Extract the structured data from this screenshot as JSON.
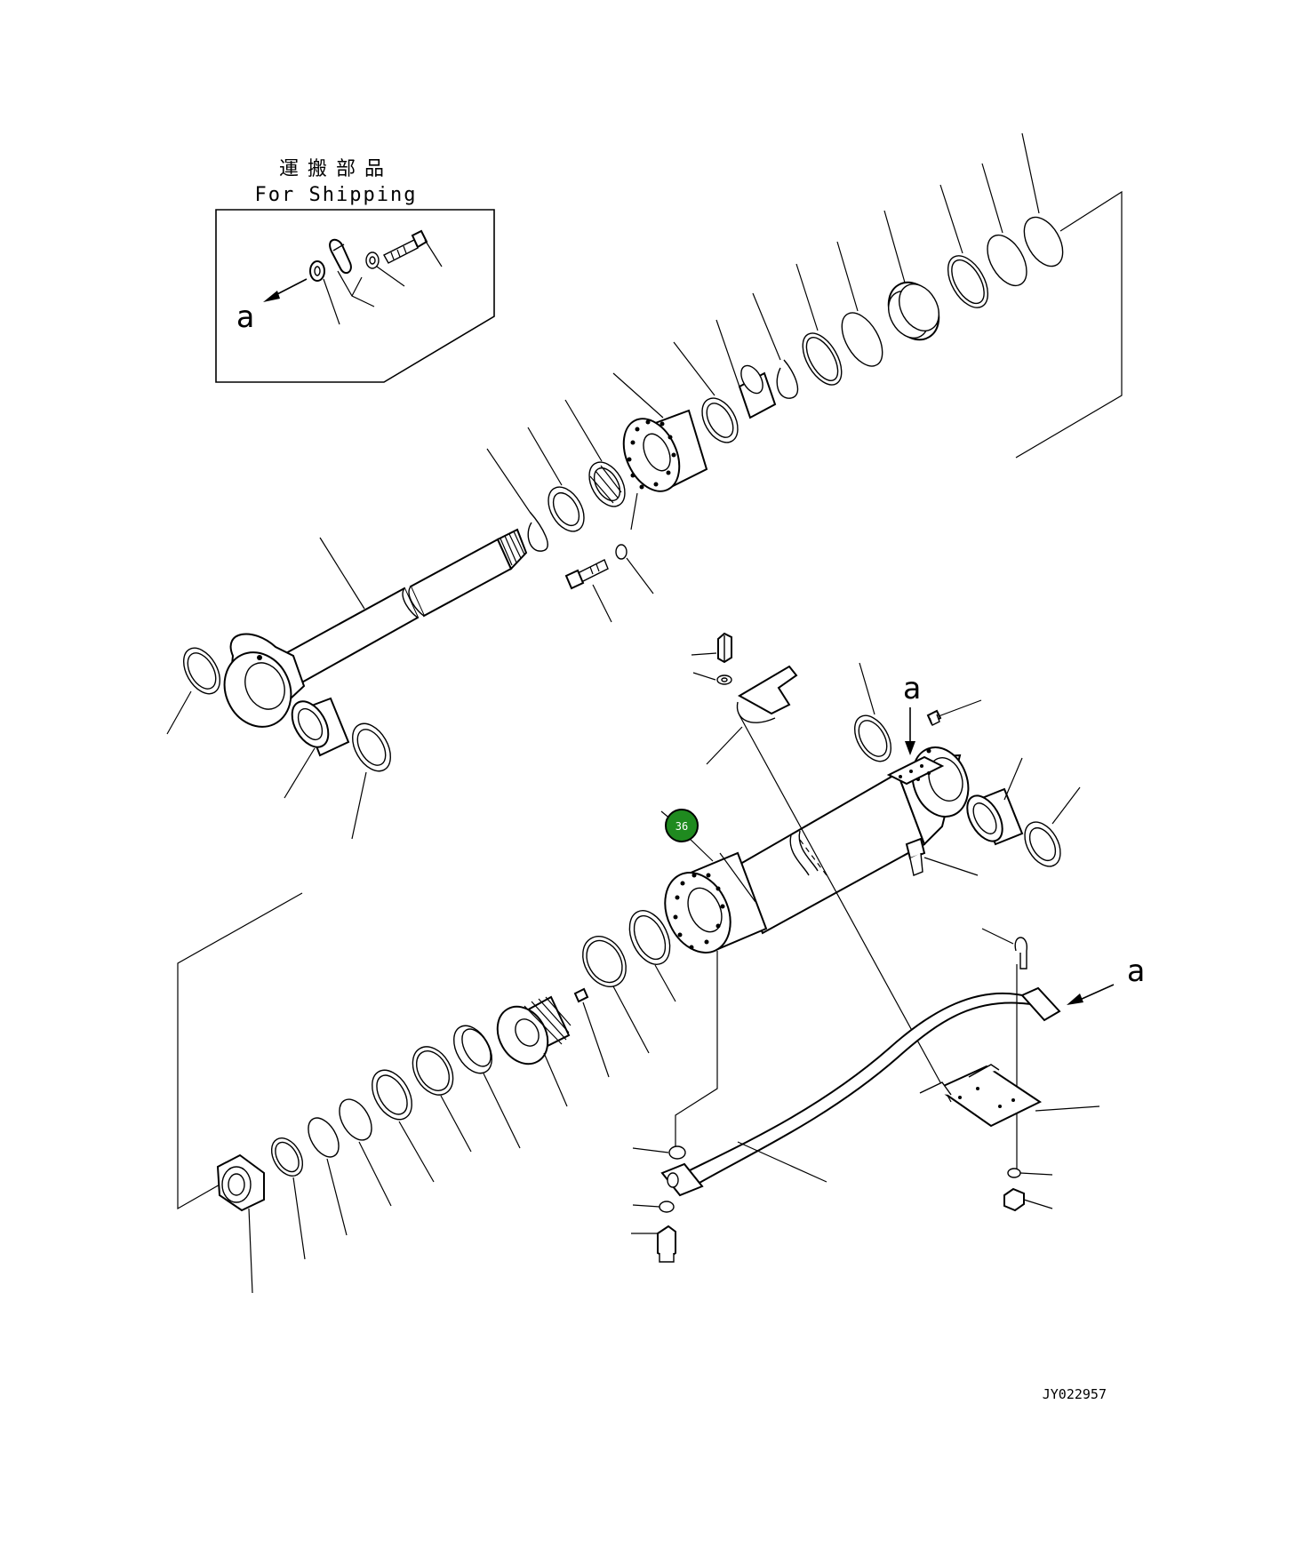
{
  "inset": {
    "title_jp": "運搬部品",
    "title_en": "For Shipping",
    "arrow_label": "a"
  },
  "markers": {
    "head_arrow_label": "a",
    "harness_arrow_label": "a"
  },
  "callout": {
    "number": "36",
    "color": "#1f8a1f"
  },
  "drawing_code": "JY022957"
}
